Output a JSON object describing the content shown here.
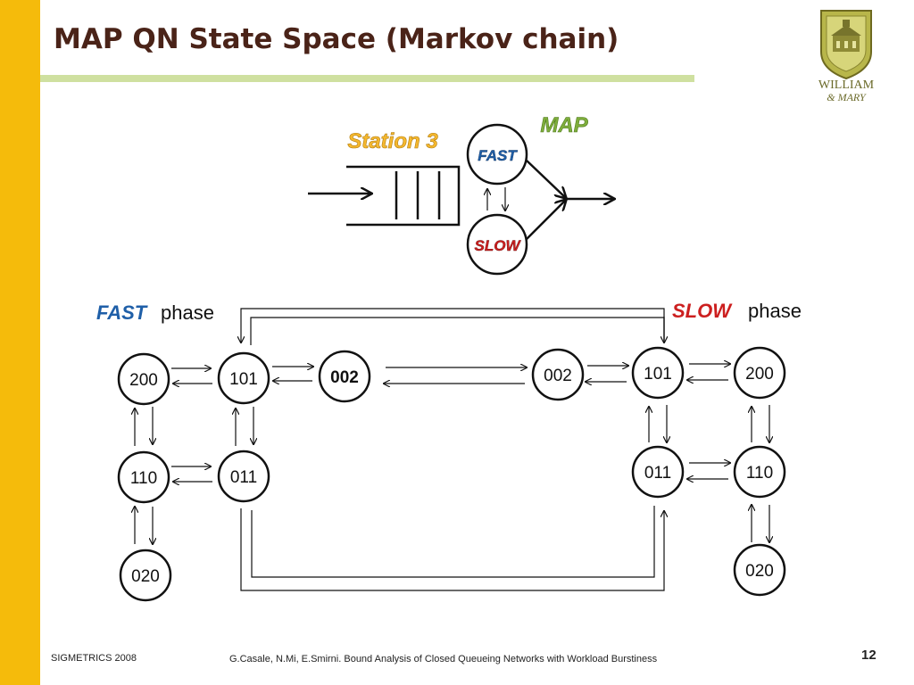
{
  "slide": {
    "title": "MAP QN State Space (Markov chain)",
    "colors": {
      "side_bar": "#f5bb0b",
      "title": "#4a2318",
      "rule": "#cfe0a0",
      "station": "#f5b82e",
      "map": "#7fae3c",
      "fast": "#1f5fa8",
      "slow": "#cc1f1f"
    }
  },
  "logo": {
    "line1": "WILLIAM",
    "line2": "& MARY"
  },
  "station": {
    "label": "Station 3",
    "map_label": "MAP",
    "fast_label": "FAST",
    "slow_label": "SLOW"
  },
  "phases": {
    "fast_word": "FAST",
    "slow_word": "SLOW",
    "suffix": "phase"
  },
  "fast_states": [
    "200",
    "101",
    "002",
    "110",
    "011",
    "020"
  ],
  "slow_states": [
    "002",
    "101",
    "200",
    "011",
    "110",
    "020"
  ],
  "footer": {
    "conference": "SIGMETRICS 2008",
    "citation": "G.Casale, N.Mi, E.Smirni. Bound Analysis of Closed Queueing Networks with Workload Burstiness",
    "page": "12"
  }
}
